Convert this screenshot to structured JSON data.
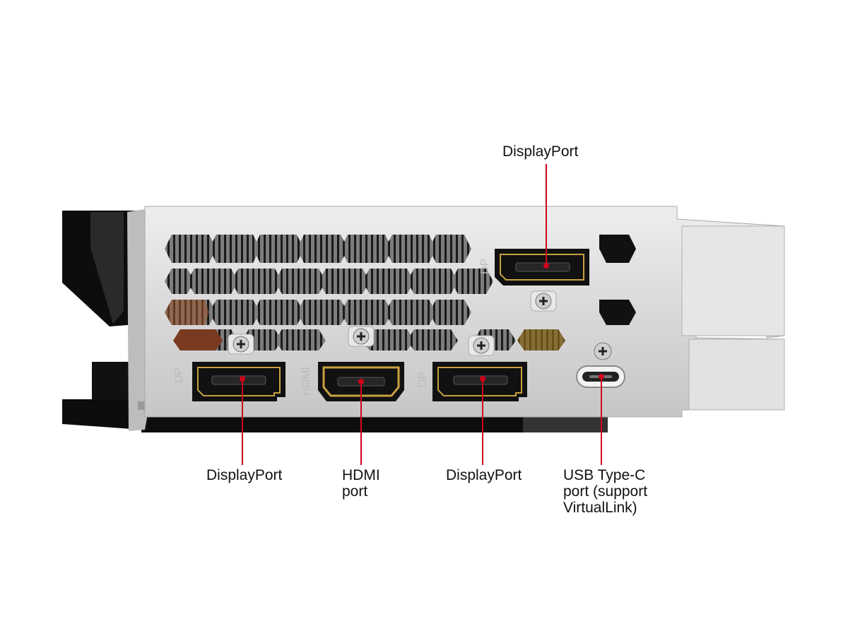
{
  "image": {
    "subject": "graphics-card-io-bracket",
    "colors": {
      "background": "#ffffff",
      "bracket": "#d9d9d9",
      "shroud": "#111111",
      "callout_line": "#d0021b",
      "port_gold": "#c8a040"
    }
  },
  "port_markings": {
    "dp_left": "DP",
    "hdmi": "HDMI",
    "dp_mid": "DP",
    "dp_top": "DP"
  },
  "callouts": [
    {
      "id": "top-displayport",
      "label": "DisplayPort"
    },
    {
      "id": "displayport-1",
      "label": "DisplayPort"
    },
    {
      "id": "hdmi-port",
      "label": "HDMI\nport"
    },
    {
      "id": "displayport-3",
      "label": "DisplayPort"
    },
    {
      "id": "usb-type-c",
      "label": "USB Type-C\nport (support\nVirtualLink)"
    }
  ]
}
